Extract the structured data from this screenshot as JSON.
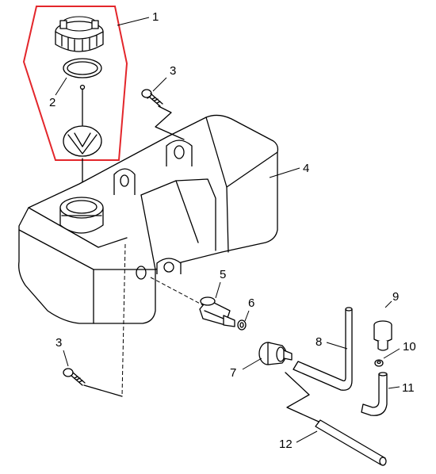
{
  "callouts": {
    "c1": "1",
    "c2": "2",
    "c3_top": "3",
    "c4": "4",
    "c5": "5",
    "c6": "6",
    "c7": "7",
    "c8": "8",
    "c9": "9",
    "c10": "10",
    "c11": "11",
    "c12": "12",
    "c3_bottom": "3"
  },
  "colors": {
    "highlight": "#e3262b",
    "line": "#000000",
    "background": "#ffffff"
  }
}
